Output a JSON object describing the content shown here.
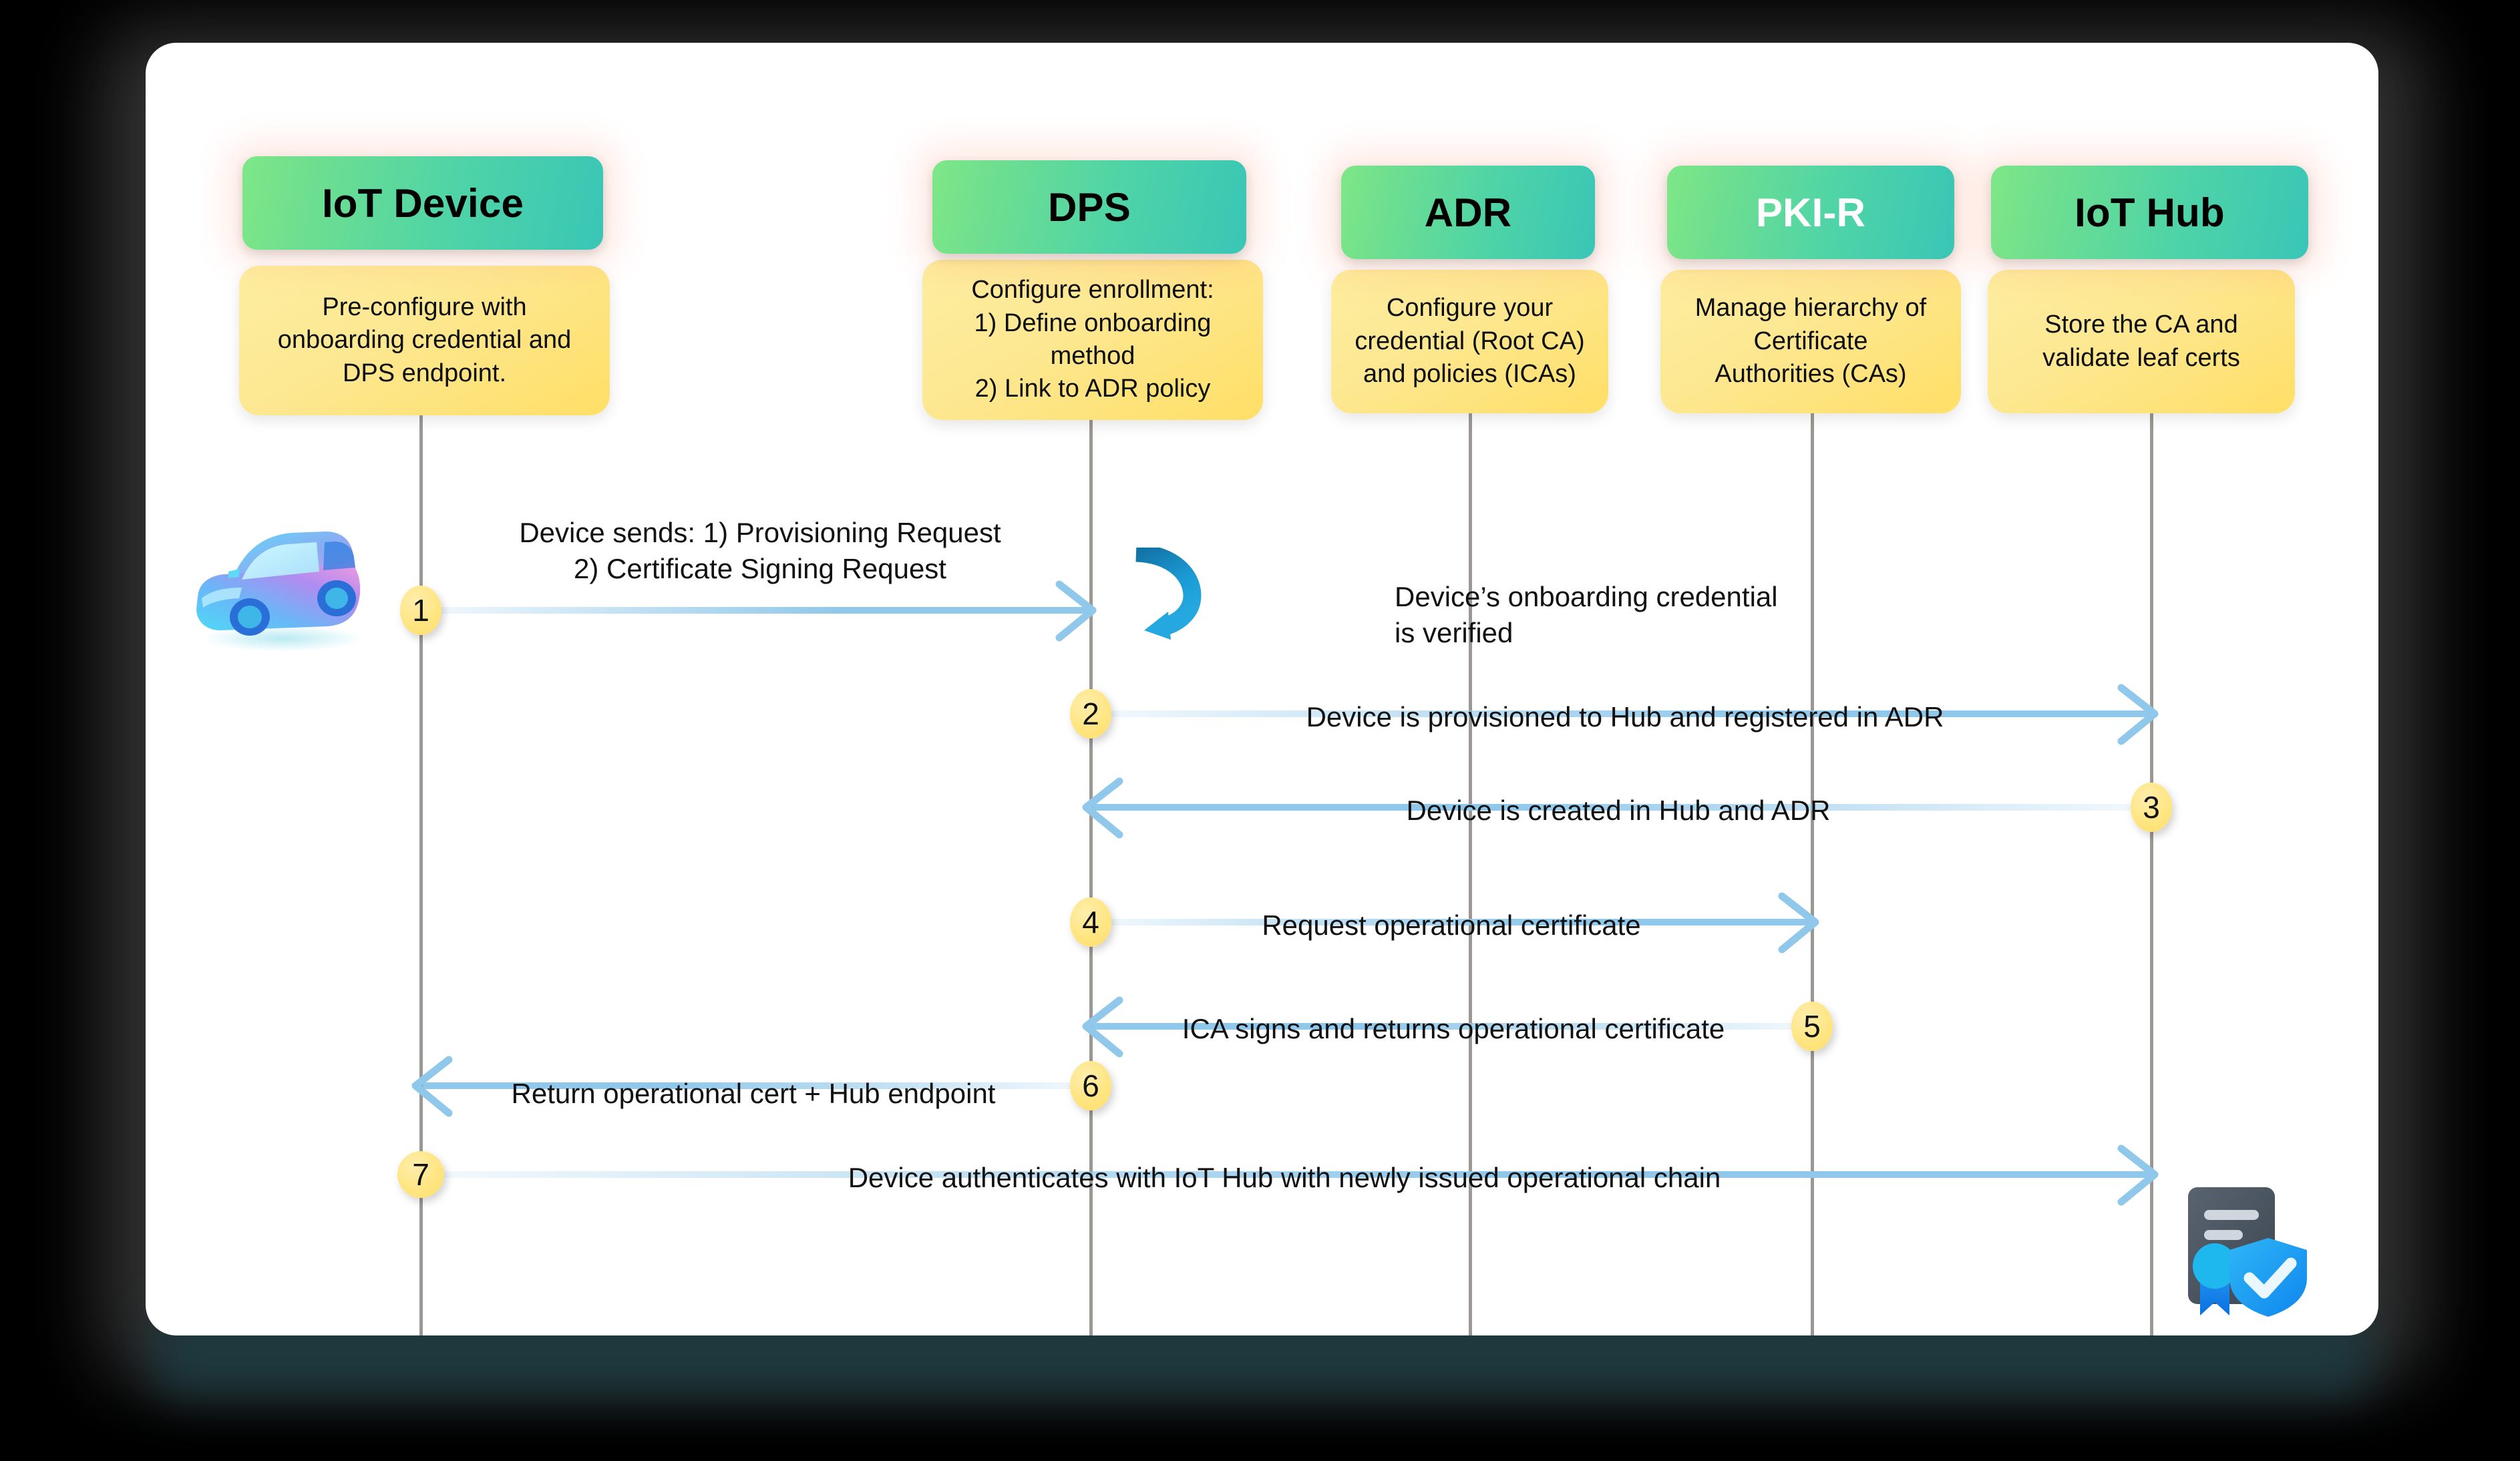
{
  "diagram": {
    "title": "IoT device onboarding sequence",
    "colors": {
      "actor_gradient_start": "#7ee787",
      "actor_gradient_end": "#39c6b6",
      "note_fill": "#fde893",
      "arrow": "#90c8eb",
      "badge_fill": "#ffe582",
      "lifeline": "#9b9793",
      "selfloop": "#1b84b8",
      "card_bg": "#ffffff",
      "page_bg": "#000000"
    },
    "actors": [
      {
        "id": "device",
        "label": "IoT Device",
        "label_color": "#000000",
        "note": "Pre-configure with\nonboarding credential and\nDPS endpoint."
      },
      {
        "id": "dps",
        "label": "DPS",
        "label_color": "#000000",
        "note": "Configure enrollment:\n1) Define onboarding\nmethod\n2) Link to ADR policy"
      },
      {
        "id": "adr",
        "label": "ADR",
        "label_color": "#000000",
        "note": "Configure your\ncredential (Root CA)\nand policies (ICAs)"
      },
      {
        "id": "pkir",
        "label": "PKI-R",
        "label_color": "#ffffff",
        "note": "Manage hierarchy of\nCertificate\nAuthorities (CAs)"
      },
      {
        "id": "hub",
        "label": "IoT Hub",
        "label_color": "#000000",
        "note": "Store the CA and\nvalidate leaf certs"
      }
    ],
    "messages": [
      {
        "step": "1",
        "from": "device",
        "to": "dps",
        "direction": "right",
        "label": "Device sends: 1) Provisioning Request\n2) Certificate Signing Request"
      },
      {
        "step": "2",
        "from": "dps",
        "to": "hub",
        "direction": "right",
        "label": "Device is provisioned to Hub and registered in ADR"
      },
      {
        "step": "3",
        "from": "hub",
        "to": "dps",
        "direction": "left",
        "label": "Device is created in Hub and ADR"
      },
      {
        "step": "4",
        "from": "dps",
        "to": "pkir",
        "direction": "right",
        "label": "Request operational certificate"
      },
      {
        "step": "5",
        "from": "pkir",
        "to": "dps",
        "direction": "left",
        "label": "ICA signs and returns operational certificate"
      },
      {
        "step": "6",
        "from": "dps",
        "to": "device",
        "direction": "left",
        "label": "Return operational cert + Hub endpoint"
      },
      {
        "step": "7",
        "from": "device",
        "to": "hub",
        "direction": "right",
        "label": "Device authenticates with IoT Hub with newly issued operational chain"
      }
    ],
    "self_message": {
      "actor": "dps",
      "label": "Device’s onboarding credential\nis verified",
      "icon": "refresh-loop-icon"
    },
    "icons": [
      {
        "id": "car-icon",
        "name": "car-icon",
        "description": "3D isometric car illustration",
        "actor": "device"
      },
      {
        "id": "cert-icon",
        "name": "certificate-shield-icon",
        "description": "certificate document with ribbon seal and blue shield with checkmark",
        "actor": "hub"
      }
    ]
  }
}
